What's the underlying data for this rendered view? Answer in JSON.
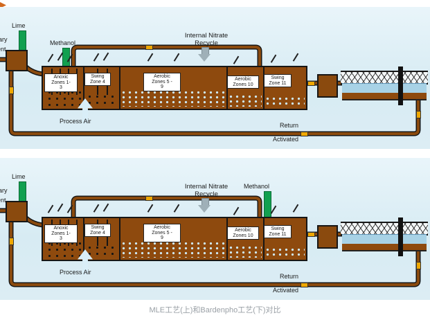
{
  "caption": "MLE工艺(上)和Bardenpho工艺(下)对比",
  "colors": {
    "panel_bg": "#d7ebf3",
    "tank_brown": "#8e4a0e",
    "pipe_brown": "#8a4a0e",
    "chemical_green": "#12a050",
    "bubble_blue": "#cfe9f6",
    "clarifier_water_blue": "#a8d2e6",
    "marker_yellow": "#f0a800"
  },
  "mle": {
    "lime_label": "Lime",
    "influent_partial_top": "nary",
    "influent_partial_bottom": "uent",
    "methanol_label": "Methanol",
    "recycle_label": "Internal Nitrate\nRecycle",
    "process_air_label": "Process Air",
    "return_label_top": "Return",
    "return_label_bottom": "Activated",
    "zones": [
      "Anoxic\nZones 1-\n3",
      "Swing\nZone 4",
      "Aerobic\nZones 5 -\n9",
      "Aerobic\nZones 10",
      "Swing\nZone 11"
    ]
  },
  "bardenpho": {
    "lime_label": "Lime",
    "influent_partial_top": "nary",
    "influent_partial_bottom": "uent",
    "methanol_label": "Methanol",
    "recycle_label": "Internal Nitrate\nRecycle",
    "process_air_label": "Process Air",
    "return_label_top": "Return",
    "return_label_bottom": "Activated",
    "zones": [
      "Anoxic\nZones 1-\n3",
      "Swing\nZone 4",
      "Aerobic\nZones 5 -\n9",
      "Aerobic\nZones 10",
      "Swing\nZone 11"
    ]
  }
}
